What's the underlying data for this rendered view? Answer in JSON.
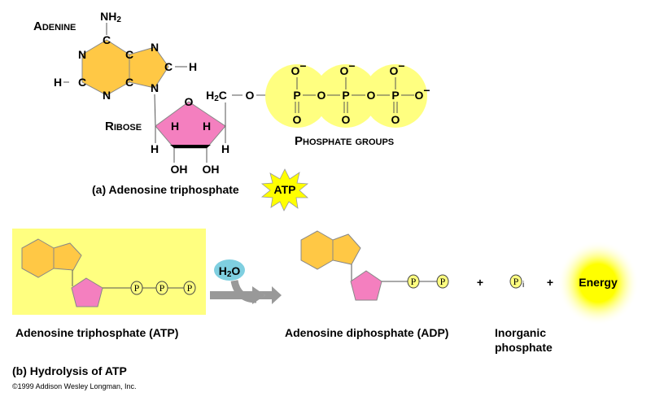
{
  "part_a": {
    "adenine_label": "Adenine",
    "ribose_label": "Ribose",
    "phosphate_label": "Phosphate groups",
    "caption": "(a)  Adenosine triphosphate",
    "badge": "ATP",
    "atoms": {
      "N": "N",
      "C": "C",
      "H": "H",
      "O": "O",
      "P": "P",
      "OH": "OH",
      "NH2": "NH",
      "sub2": "2",
      "H2C": "H",
      "C2": "C",
      "Ominus": "O",
      "minus": "−"
    }
  },
  "part_b": {
    "atp_label": "Adenosine triphosphate  (ATP)",
    "adp_label": "Adenosine diphosphate  (ADP)",
    "pi_label_line1": "Inorganic",
    "pi_label_line2": "phosphate",
    "water": "H",
    "water_sub": "2",
    "water_o": "O",
    "plus": "+",
    "p_symbol": "P",
    "pi_sub": "i",
    "energy": "Energy",
    "caption": "(b)  Hydrolysis of ATP"
  },
  "copyright": "©1999 Addison Wesley Longman, Inc.",
  "colors": {
    "adenine": "#ffc845",
    "ribose": "#f47fbf",
    "phosphate": "#ffff80",
    "highlight": "#ffff80",
    "water": "#7fcfe0",
    "arrow": "#999999"
  }
}
